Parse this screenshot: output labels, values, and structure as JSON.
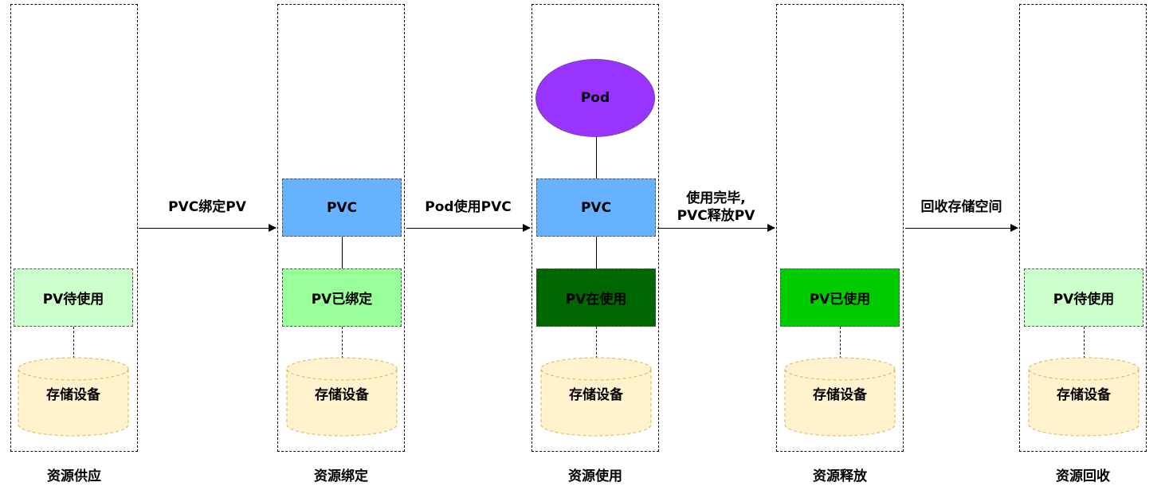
{
  "stages": [
    {
      "label": "资源供应",
      "pv_label": "PV待使用",
      "storage_label": "存储设备"
    },
    {
      "label": "资源绑定",
      "pvc_label": "PVC",
      "pv_label": "PV已绑定",
      "storage_label": "存储设备"
    },
    {
      "label": "资源使用",
      "pod_label": "Pod",
      "pvc_label": "PVC",
      "pv_label": "PV在使用",
      "storage_label": "存储设备"
    },
    {
      "label": "资源释放",
      "pv_label": "PV已使用",
      "storage_label": "存储设备"
    },
    {
      "label": "资源回收",
      "pv_label": "PV待使用",
      "storage_label": "存储设备"
    }
  ],
  "arrows": [
    {
      "label": "PVC绑定PV"
    },
    {
      "label": "Pod使用PVC"
    },
    {
      "label_line1": "使用完毕,",
      "label_line2": "PVC释放PV"
    },
    {
      "label": "回收存储空间"
    }
  ],
  "colors": {
    "pv_available": "#ccffcc",
    "pv_bound": "#99ff99",
    "pv_in_use": "#006600",
    "pv_released": "#00cc00",
    "pvc": "#66b2ff",
    "pod": "#9933ff",
    "storage_fill": "#fff2cc",
    "storage_stroke": "#d6b656"
  }
}
